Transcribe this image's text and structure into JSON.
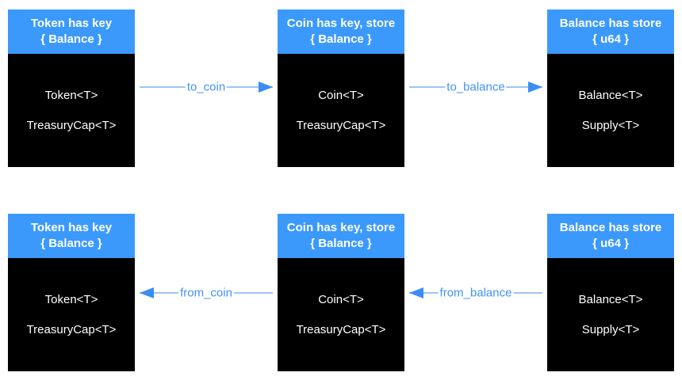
{
  "colors": {
    "background": "#ffffff",
    "header_blue": "#3b99fc",
    "box_black": "#000000",
    "text_white": "#ffffff",
    "arrow_line": "#9dc7f3",
    "arrow_head": "#3b8df5",
    "label_blue": "#4193f7"
  },
  "rows": [
    {
      "boxes": [
        {
          "header_line1": "Token has key",
          "header_line2": "{ Balance }",
          "fields": [
            "Token<T>",
            "TreasuryCap<T>"
          ]
        },
        {
          "header_line1": "Coin has key, store",
          "header_line2": "{ Balance }",
          "fields": [
            "Coin<T>",
            "TreasuryCap<T>"
          ]
        },
        {
          "header_line1": "Balance has store",
          "header_line2": "{ u64 }",
          "fields": [
            "Balance<T>",
            "Supply<T>"
          ]
        }
      ],
      "arrows": [
        {
          "label": "to_coin",
          "direction": "right"
        },
        {
          "label": "to_balance",
          "direction": "right"
        }
      ]
    },
    {
      "boxes": [
        {
          "header_line1": "Token has key",
          "header_line2": "{ Balance }",
          "fields": [
            "Token<T>",
            "TreasuryCap<T>"
          ]
        },
        {
          "header_line1": "Coin has key, store",
          "header_line2": "{ Balance }",
          "fields": [
            "Coin<T>",
            "TreasuryCap<T>"
          ]
        },
        {
          "header_line1": "Balance has store",
          "header_line2": "{ u64 }",
          "fields": [
            "Balance<T>",
            "Supply<T>"
          ]
        }
      ],
      "arrows": [
        {
          "label": "from_coin",
          "direction": "left"
        },
        {
          "label": "from_balance",
          "direction": "left"
        }
      ]
    }
  ]
}
